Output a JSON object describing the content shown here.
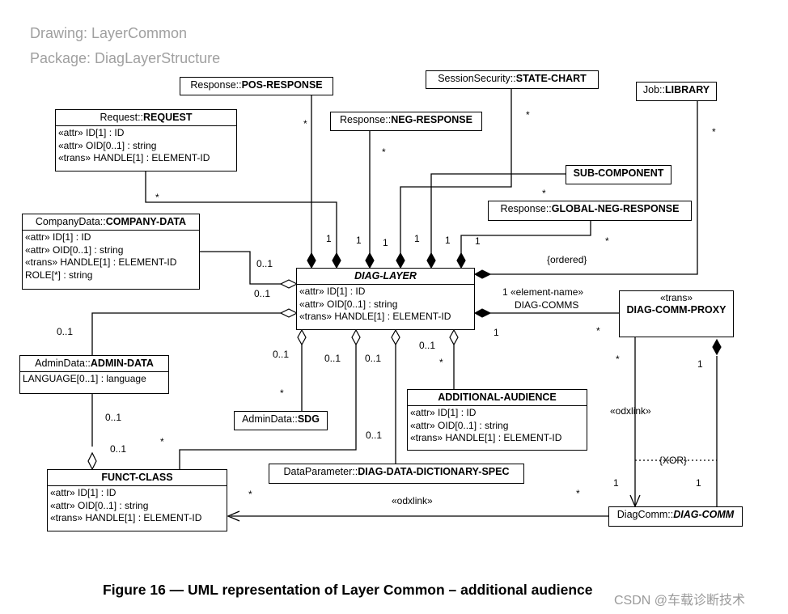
{
  "header": {
    "drawing": "Drawing: LayerCommon",
    "package": "Package: DiagLayerStructure"
  },
  "classes": {
    "pos_response": {
      "prefix": "Response::",
      "name": "POS-RESPONSE"
    },
    "neg_response": {
      "prefix": "Response::",
      "name": "NEG-RESPONSE"
    },
    "state_chart": {
      "prefix": "SessionSecurity::",
      "name": "STATE-CHART"
    },
    "library": {
      "prefix": "Job::",
      "name": "LIBRARY"
    },
    "request": {
      "prefix": "Request::",
      "name": "REQUEST",
      "attrs": [
        "«attr» ID[1] : ID",
        "«attr» OID[0..1] : string",
        "«trans» HANDLE[1] : ELEMENT-ID"
      ]
    },
    "sub_component": {
      "name": "SUB-COMPONENT"
    },
    "global_neg_response": {
      "prefix": "Response::",
      "name": "GLOBAL-NEG-RESPONSE"
    },
    "company_data": {
      "prefix": "CompanyData::",
      "name": "COMPANY-DATA",
      "attrs": [
        "«attr» ID[1] : ID",
        "«attr» OID[0..1] : string",
        "«trans» HANDLE[1] : ELEMENT-ID",
        "ROLE[*] : string"
      ]
    },
    "diag_layer": {
      "name": "DIAG-LAYER",
      "attrs": [
        "«attr» ID[1] : ID",
        "«attr» OID[0..1] : string",
        "«trans» HANDLE[1] : ELEMENT-ID"
      ]
    },
    "diag_comm_proxy": {
      "stereotype": "«trans»",
      "name": "DIAG-COMM-PROXY"
    },
    "admin_data": {
      "prefix": "AdminData::",
      "name": "ADMIN-DATA",
      "attrs": [
        "LANGUAGE[0..1] : language"
      ]
    },
    "sdg": {
      "prefix": "AdminData::",
      "name": "SDG"
    },
    "additional_audience": {
      "name": "ADDITIONAL-AUDIENCE",
      "attrs": [
        "«attr» ID[1] : ID",
        "«attr» OID[0..1] : string",
        "«trans» HANDLE[1] : ELEMENT-ID"
      ]
    },
    "diag_data_dictionary_spec": {
      "prefix": "DataParameter::",
      "name": "DIAG-DATA-DICTIONARY-SPEC"
    },
    "funct_class": {
      "name": "FUNCT-CLASS",
      "attrs": [
        "«attr» ID[1] : ID",
        "«attr» OID[0..1] : string",
        "«trans» HANDLE[1] : ELEMENT-ID"
      ]
    },
    "diag_comm": {
      "prefix": "DiagComm::",
      "name": "DIAG-COMM"
    }
  },
  "labels": {
    "star": "*",
    "one": "1",
    "zero_one": "0..1",
    "ordered": "{ordered}",
    "element_name": "1 «element-name»",
    "diag_comms": "DIAG-COMMS",
    "odxlink": "«odxlink»",
    "xor": "{XOR}"
  },
  "caption": "Figure 16 — UML representation of Layer Common – additional audience",
  "watermark": "CSDN @车载诊断技术"
}
